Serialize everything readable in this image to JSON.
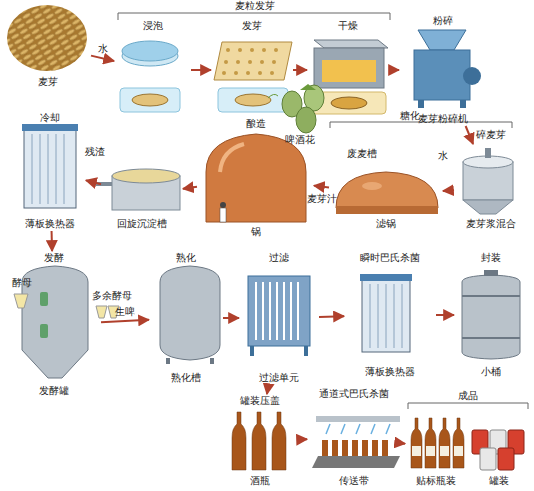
{
  "diagram": {
    "nodes": [
      {
        "text": [
          "麦芽"
        ]
      },
      {
        "text": [
          "浸泡"
        ]
      },
      {
        "text": [
          "发芽"
        ]
      },
      {
        "text": [
          "干燥"
        ]
      },
      {
        "text": [
          "粉碎",
          "麦芽粉碎机"
        ]
      },
      {
        "text": [
          "麦芽浆混合"
        ]
      },
      {
        "text": [
          "滤锅"
        ]
      },
      {
        "text": [
          "酿造",
          "锅"
        ]
      },
      {
        "text": [
          "回旋沉淀槽"
        ]
      },
      {
        "text": [
          "冷却",
          "薄板换热器"
        ]
      },
      {
        "text": [
          "发酵",
          "发酵罐"
        ]
      },
      {
        "text": [
          "熟化",
          "熟化槽"
        ]
      },
      {
        "text": [
          "过滤",
          "过滤单元"
        ]
      },
      {
        "text": [
          "瞬时巴氏杀菌",
          "薄板换热器"
        ]
      },
      {
        "text": [
          "封装",
          "小桶"
        ]
      },
      {
        "text": [
          "罐装压盖",
          "酒瓶"
        ]
      },
      {
        "text": [
          "通道式巴氏杀菌",
          "传送带"
        ]
      },
      {
        "text": [
          "贴标瓶装"
        ]
      },
      {
        "text": [
          "罐装"
        ]
      }
    ],
    "edges": [
      {
        "from": 0,
        "to": 1,
        "arrow": "to",
        "label": "水"
      },
      {
        "from": 1,
        "to": 2,
        "arrow": "to"
      },
      {
        "from": 2,
        "to": 3,
        "arrow": "to"
      },
      {
        "from": 3,
        "to": 4,
        "arrow": "to"
      },
      {
        "from": 4,
        "to": 5,
        "arrow": "to",
        "label": "碎麦芽"
      },
      {
        "from": 5,
        "to": 6,
        "arrow": "to"
      },
      {
        "from": 6,
        "to": 7,
        "arrow": "to",
        "label": "麦芽汁"
      },
      {
        "from": 7,
        "to": 8,
        "arrow": "to"
      },
      {
        "from": 8,
        "to": 9,
        "arrow": "to"
      },
      {
        "from": 9,
        "to": 10,
        "arrow": "to"
      },
      {
        "from": 10,
        "to": 11,
        "arrow": "to",
        "label": "生啤"
      },
      {
        "from": 11,
        "to": 12,
        "arrow": "to"
      },
      {
        "from": 12,
        "to": 13,
        "arrow": "to"
      },
      {
        "from": 13,
        "to": 14,
        "arrow": "to"
      },
      {
        "from": 12,
        "to": 15,
        "arrow": "to"
      },
      {
        "from": 15,
        "to": 16,
        "arrow": "to"
      },
      {
        "from": 16,
        "to": 17,
        "arrow": "to"
      }
    ],
    "labels": [
      "麦粒发芽",
      "糖化",
      "水",
      "废麦槽",
      "啤酒花",
      "残渣",
      "酵母",
      "多余酵母",
      "成品"
    ]
  }
}
